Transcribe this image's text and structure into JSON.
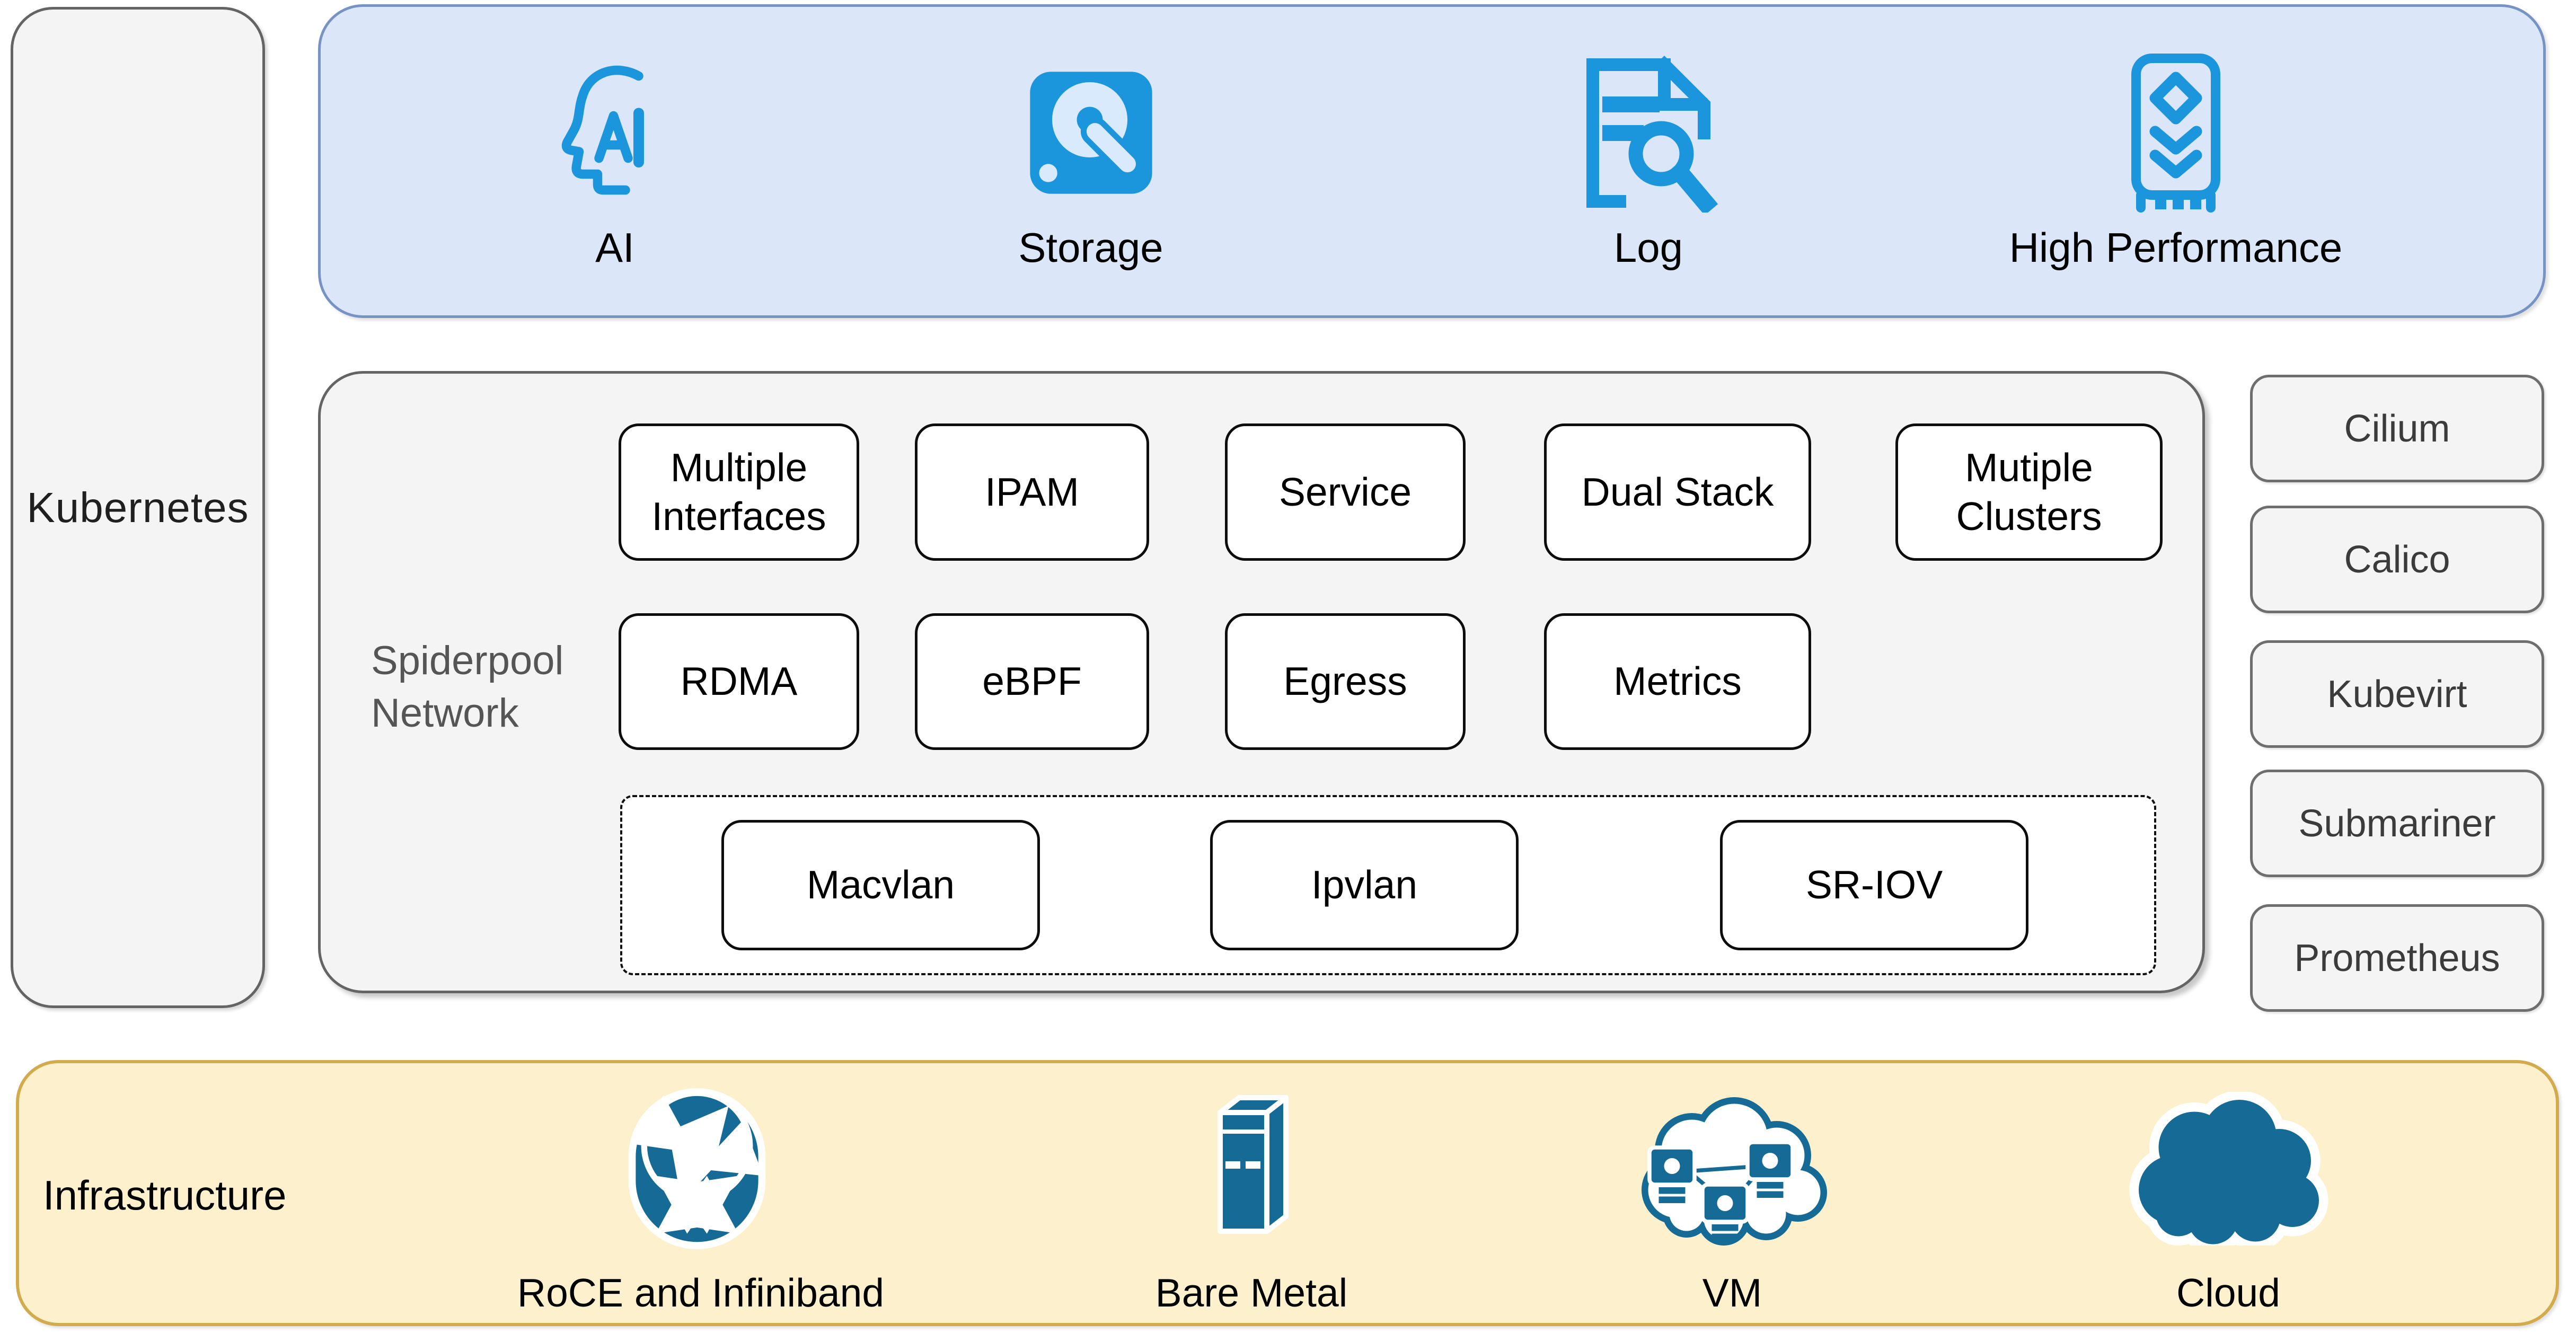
{
  "kubernetes": {
    "label": "Kubernetes"
  },
  "platform_services": {
    "items": [
      {
        "label": "AI",
        "icon": "ai-head-icon"
      },
      {
        "label": "Storage",
        "icon": "hard-disk-icon"
      },
      {
        "label": "Log",
        "icon": "log-search-icon"
      },
      {
        "label": "High Performance",
        "icon": "performance-chip-icon"
      }
    ]
  },
  "spiderpool": {
    "label_line1": "Spiderpool",
    "label_line2": "Network",
    "features_row1": [
      "Multiple Interfaces",
      "IPAM",
      "Service",
      "Dual Stack",
      "Mutiple Clusters"
    ],
    "features_row2": [
      "RDMA",
      "eBPF",
      "Egress",
      "Metrics"
    ],
    "cni_plugins": [
      "Macvlan",
      "Ipvlan",
      "SR-IOV"
    ]
  },
  "ecosystem": {
    "items": [
      "Cilium",
      "Calico",
      "Kubevirt",
      "Submariner",
      "Prometheus"
    ]
  },
  "infrastructure": {
    "label": "Infrastructure",
    "items": [
      {
        "label": "RoCE and Infiniband",
        "icon": "router-icon"
      },
      {
        "label": "Bare Metal",
        "icon": "server-tower-icon"
      },
      {
        "label": "VM",
        "icon": "vm-cloud-icon"
      },
      {
        "label": "Cloud",
        "icon": "cloud-icon"
      }
    ]
  },
  "colors": {
    "panel_gray_fill": "#f4f4f4",
    "panel_gray_border": "#646464",
    "blue_panel_fill": "#dbe7f9",
    "blue_panel_border": "#7793c4",
    "service_icon_blue": "#1b96dd",
    "infra_fill": "#fdf1cd",
    "infra_border": "#d1ab4c",
    "infra_icon_teal": "#156a96",
    "feature_box_border": "#0d0d0d"
  }
}
